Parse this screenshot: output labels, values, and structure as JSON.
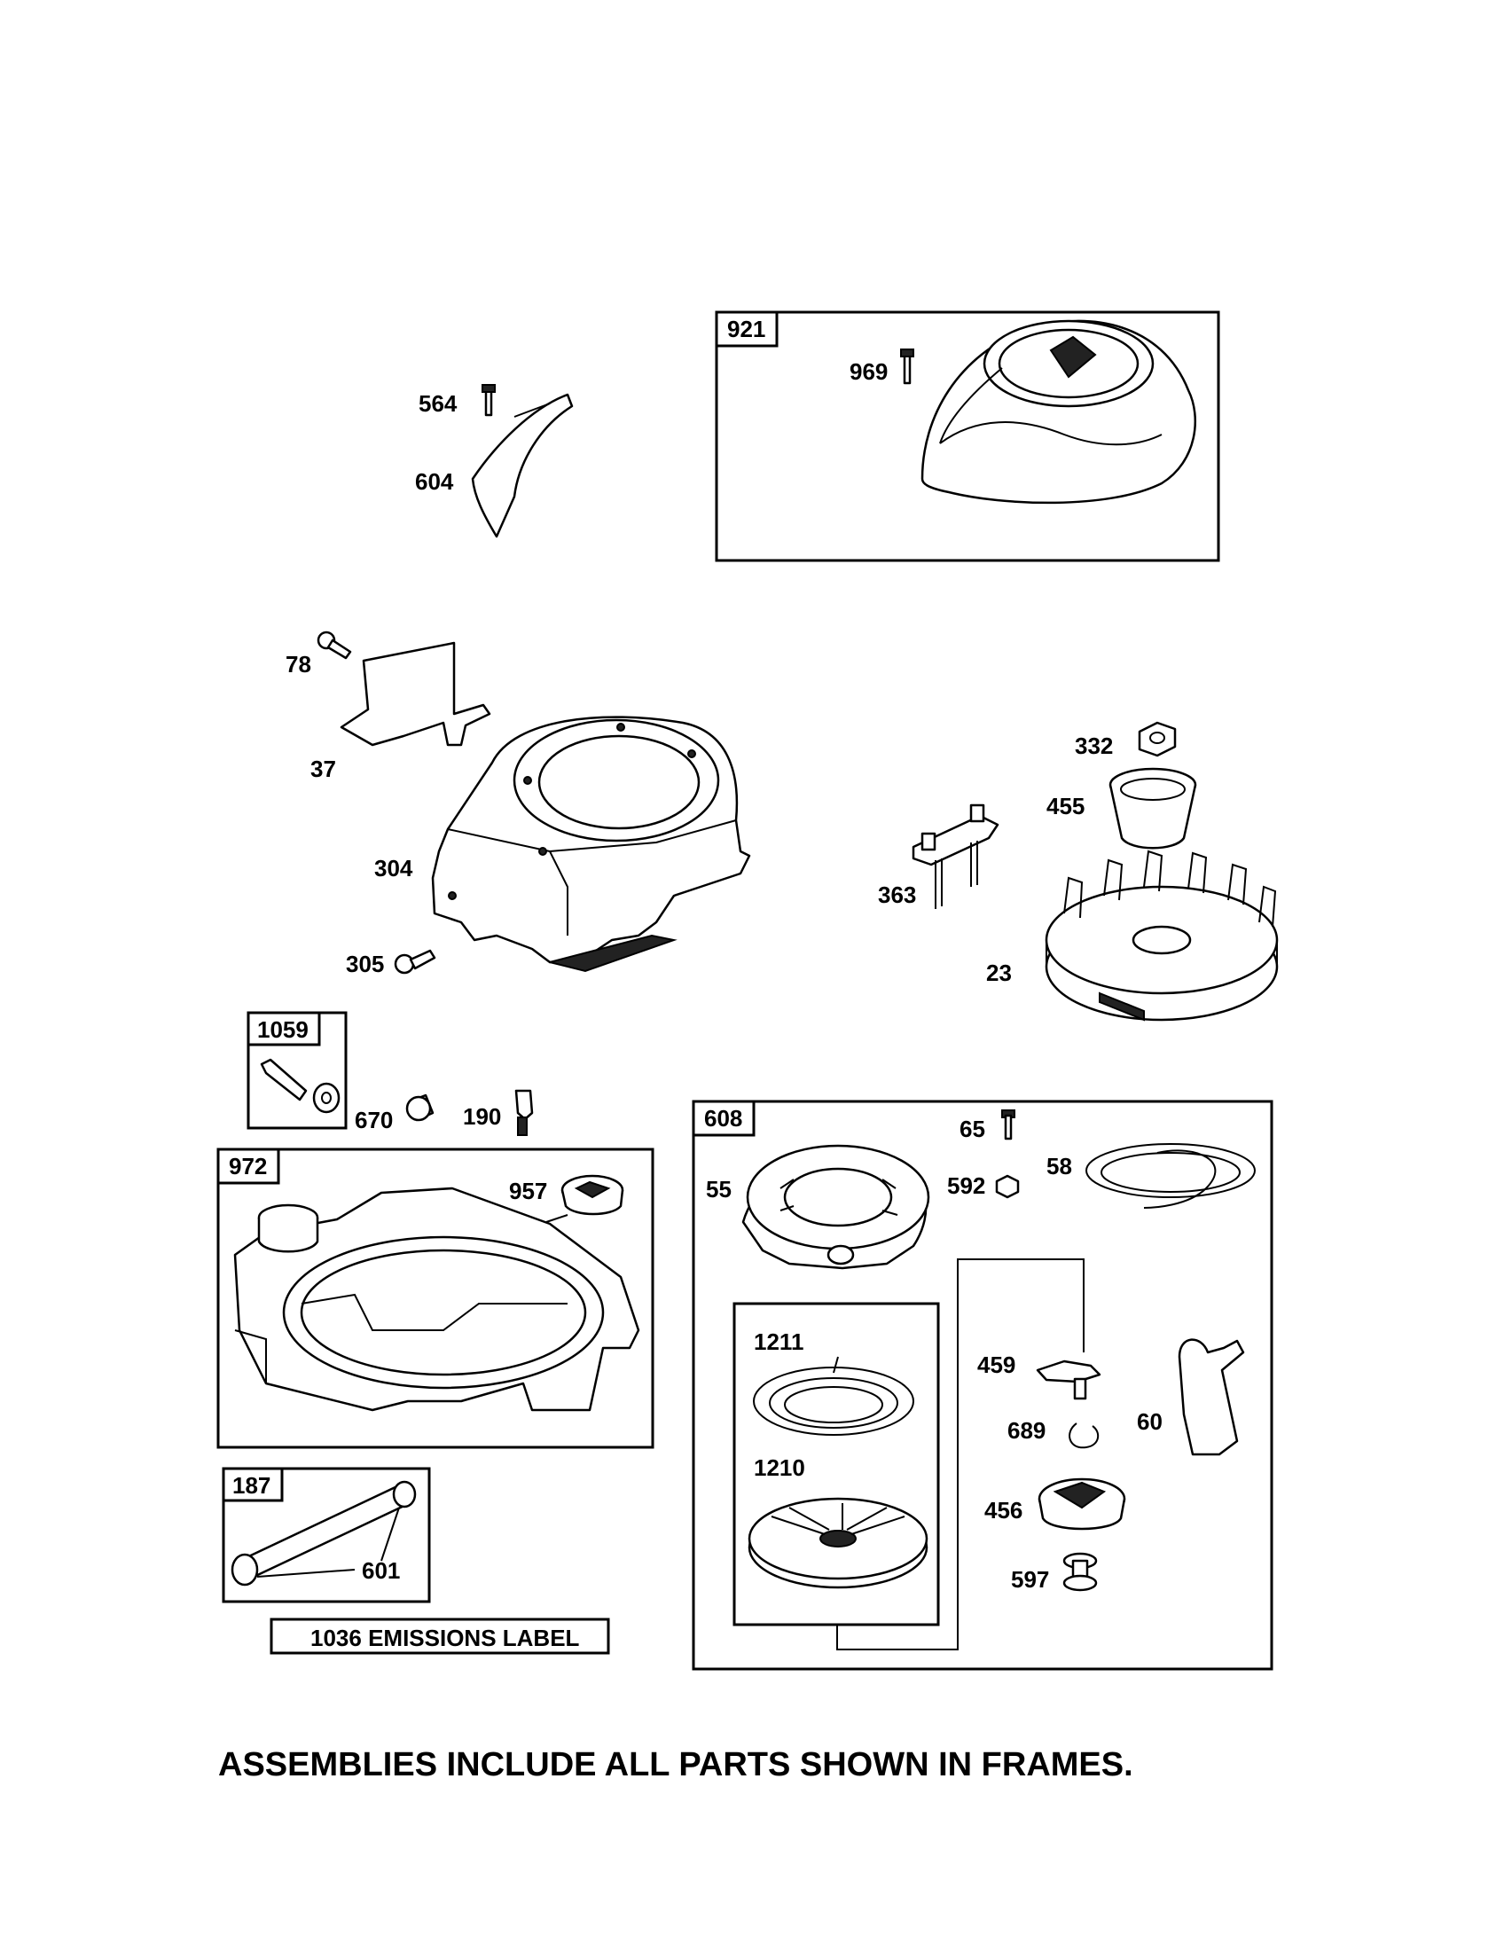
{
  "labels": {
    "p921": "921",
    "p969": "969",
    "p564": "564",
    "p604": "604",
    "p78": "78",
    "p37": "37",
    "p304": "304",
    "p305": "305",
    "p332": "332",
    "p455": "455",
    "p363": "363",
    "p23": "23",
    "p1059": "1059",
    "p670": "670",
    "p190": "190",
    "p972": "972",
    "p957": "957",
    "p608": "608",
    "p65": "65",
    "p592": "592",
    "p58": "58",
    "p55": "55",
    "p1211": "1211",
    "p1210": "1210",
    "p459": "459",
    "p689": "689",
    "p60": "60",
    "p456": "456",
    "p597": "597",
    "p187": "187",
    "p601": "601"
  },
  "emissions_label": "1036 EMISSIONS LABEL",
  "footer_note": "ASSEMBLIES INCLUDE ALL PARTS SHOWN IN FRAMES."
}
